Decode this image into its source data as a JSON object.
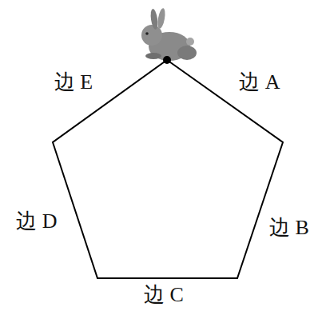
{
  "diagram": {
    "labels": [
      "边 E",
      "边 A",
      "边 D",
      "边 B",
      "边 C"
    ]
  }
}
